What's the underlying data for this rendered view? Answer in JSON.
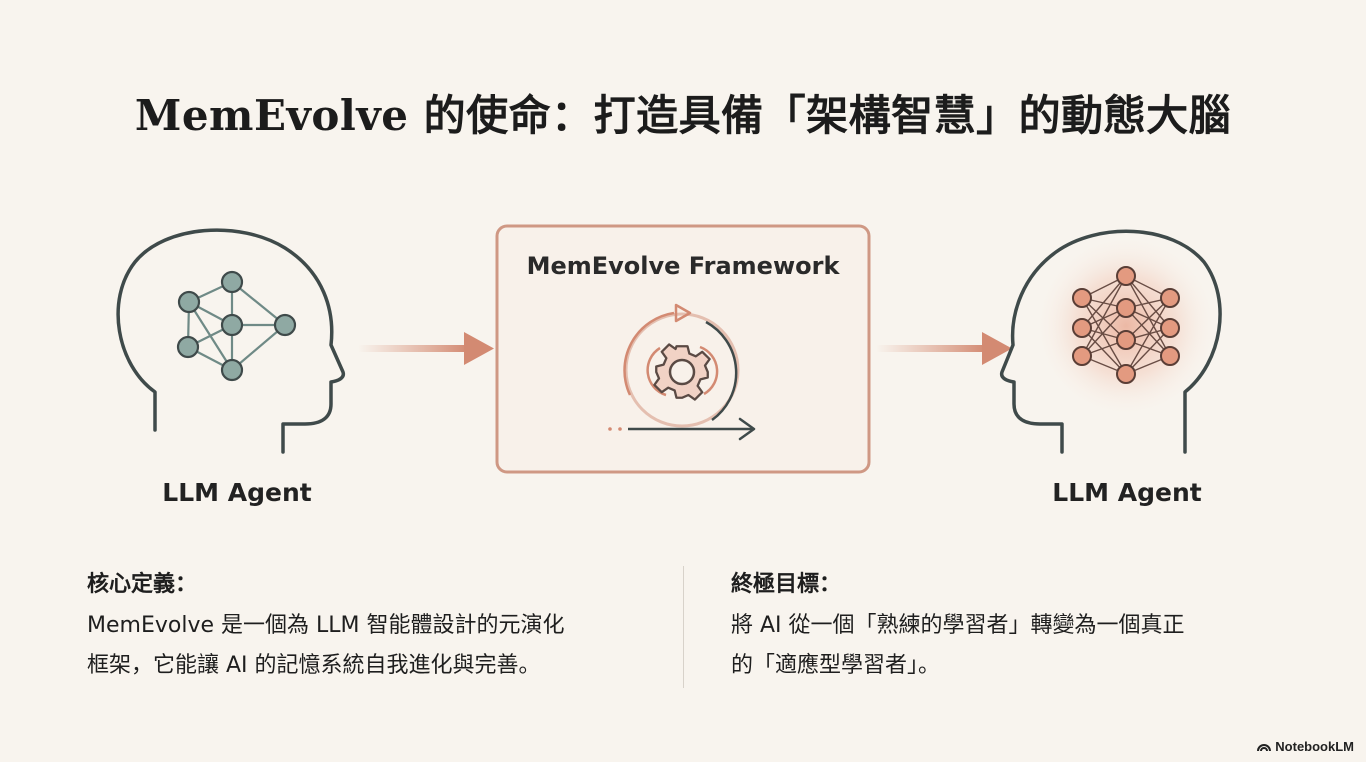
{
  "title": "MemEvolve 的使命：打造具備「架構智慧」的動態大腦",
  "diagram": {
    "left_agent_label": "LLM Agent",
    "framework_label": "MemEvolve Framework",
    "right_agent_label": "LLM Agent",
    "colors": {
      "accent": "#d38a72",
      "outline": "#3f4a4a",
      "node_teal": "#8fa9a3",
      "box_border": "#cf9884"
    },
    "icons": [
      "head-network-icon",
      "arrow-right-icon",
      "cycle-gear-icon",
      "head-glowing-network-icon"
    ]
  },
  "core": {
    "heading": "核心定義：",
    "line1": "MemEvolve 是一個為 LLM 智能體設計的元演化",
    "line2": "框架，它能讓 AI 的記憶系統自我進化與完善。"
  },
  "goal": {
    "heading": "終極目標：",
    "line1": "將 AI 從一個「熟練的學習者」轉變為一個真正",
    "line2": "的「適應型學習者」。"
  },
  "watermark": "NotebookLM"
}
